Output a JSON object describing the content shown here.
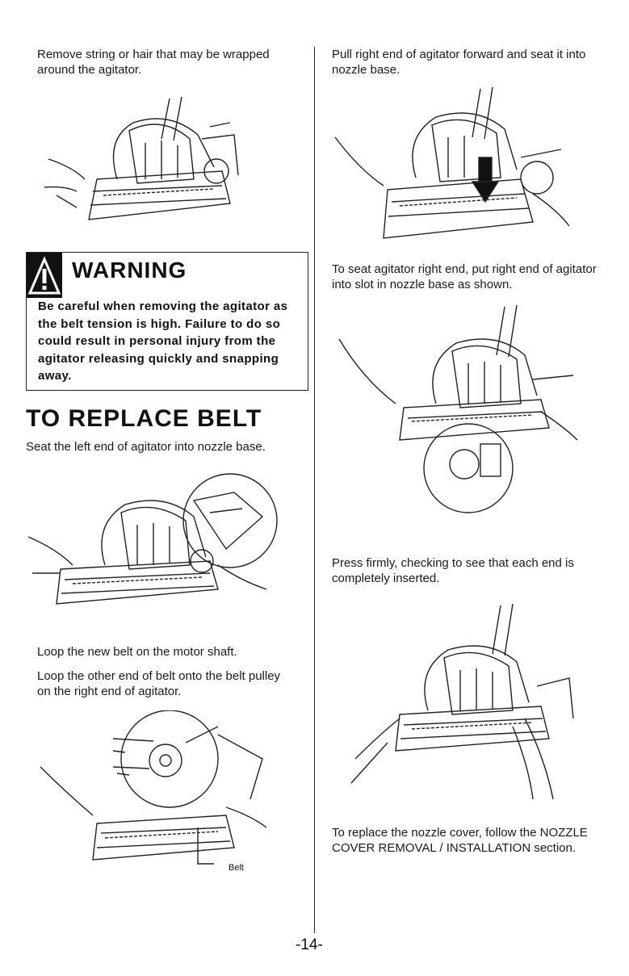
{
  "left": {
    "step1": "Remove string or hair that may be wrapped around the agitator.",
    "warning_title": "WARNING",
    "warning_text": "Be careful when removing the agitator as the belt tension is high. Failure to do so could result in personal injury from the agitator releasing quickly and snapping away.",
    "section_title": "TO REPLACE BELT",
    "step2": "Seat the left end of agitator into nozzle base.",
    "step3": "Loop the new belt on the motor shaft.",
    "step4": "Loop the other end of belt onto the belt pulley on the right end of agitator.",
    "belt_label": "Belt"
  },
  "right": {
    "step1": "Pull right end of agitator forward and seat it into nozzle base.",
    "step2": "To seat agitator right end, put right end of agitator into slot in nozzle base as shown.",
    "step3": "Press firmly, checking to see that each end is completely inserted.",
    "step4": "To replace the nozzle cover, follow the NOZZLE COVER REMOVAL / INSTALLATION section."
  },
  "page_number": "-14-",
  "icons": {
    "warning": "warning-triangle-icon"
  },
  "colors": {
    "ink": "#111111",
    "paper": "#ffffff"
  }
}
